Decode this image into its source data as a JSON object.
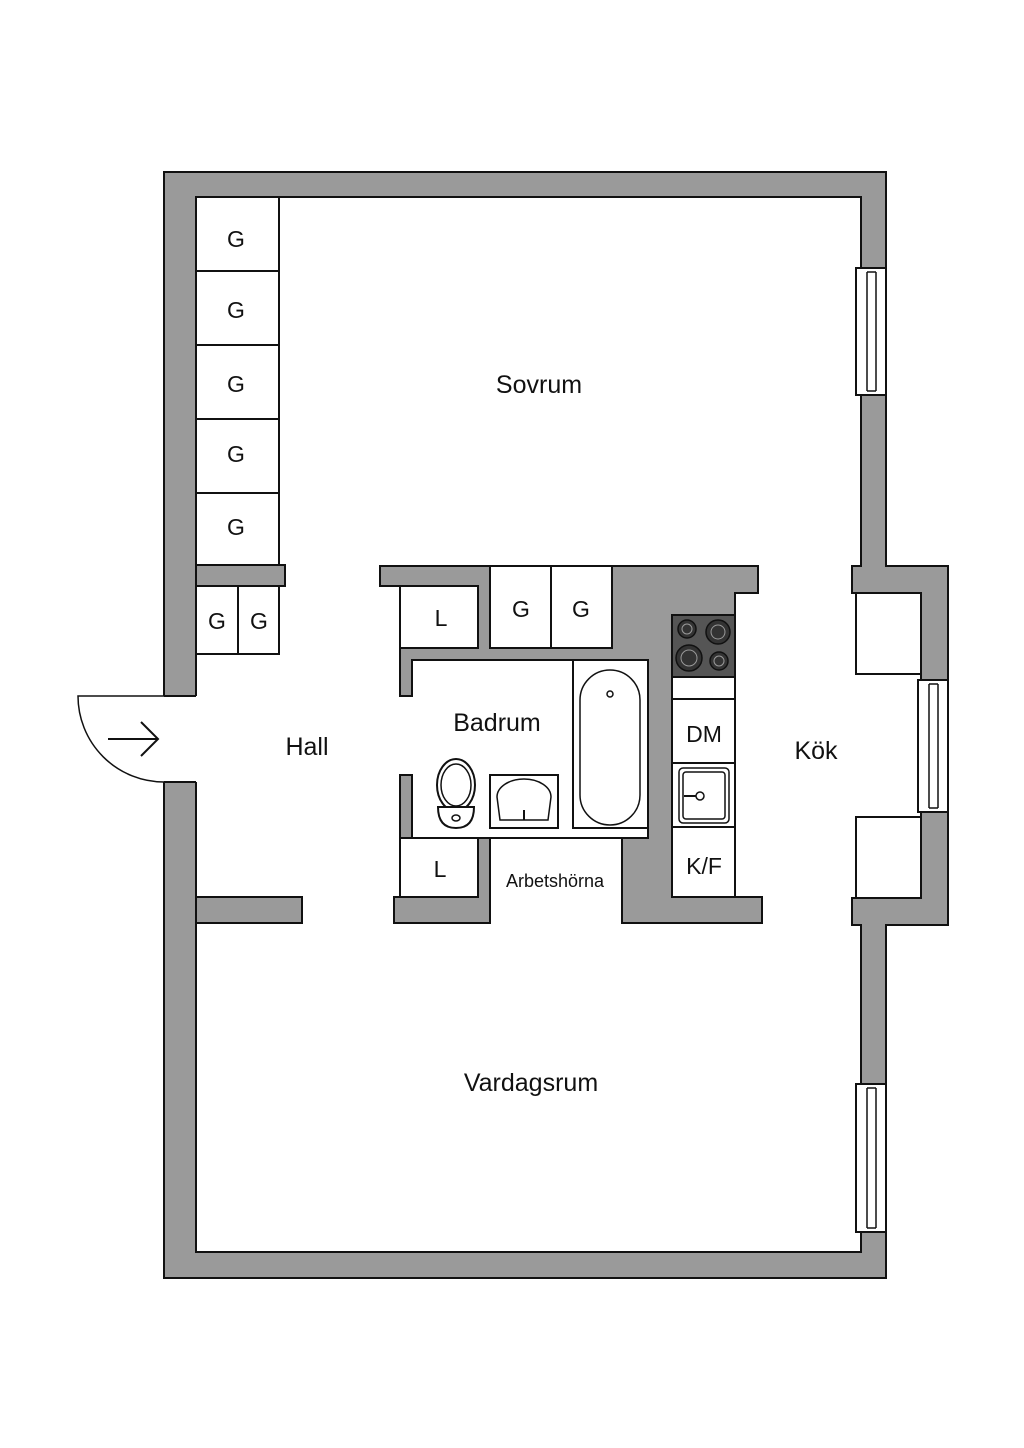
{
  "rooms": {
    "sovrum": "Sovrum",
    "hall": "Hall",
    "badrum": "Badrum",
    "kok": "Kök",
    "vardagsrum": "Vardagsrum",
    "arbetshorna": "Arbetshörna"
  },
  "fixtures": {
    "wardrobe": "G",
    "linen": "L",
    "dishwasher": "DM",
    "fridge_freezer": "K/F"
  },
  "colors": {
    "wall": "#9a9a9a",
    "line": "#111111",
    "background": "#ffffff",
    "stove": "#555555"
  }
}
